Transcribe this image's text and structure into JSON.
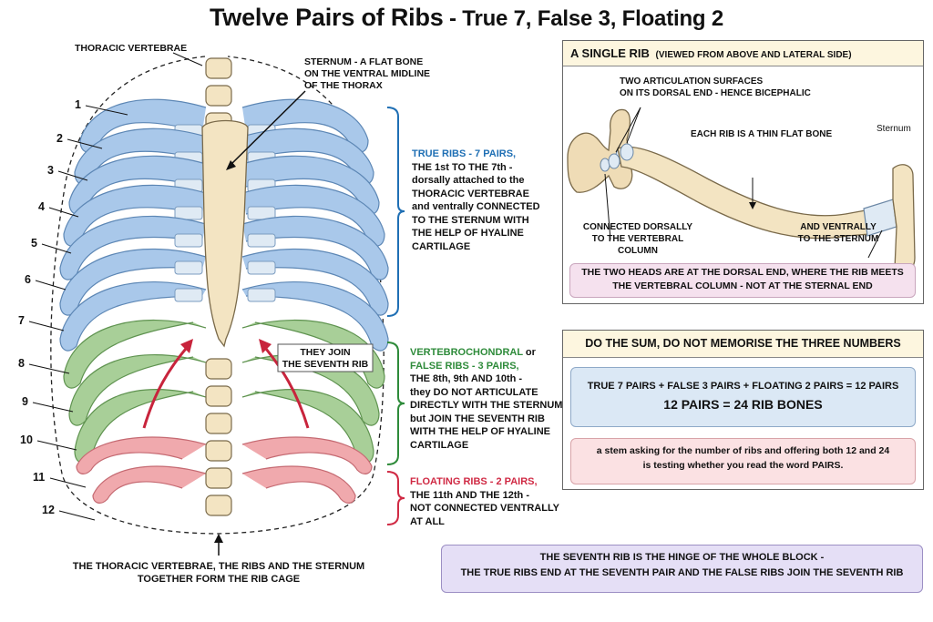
{
  "title": {
    "main": "Twelve Pairs of Ribs",
    "sub": " - True 7, False 3, Floating 2"
  },
  "rib_numbers": [
    "1",
    "2",
    "3",
    "4",
    "5",
    "6",
    "7",
    "8",
    "9",
    "10",
    "11",
    "12"
  ],
  "labels": {
    "thoracic_vertebrae": "THORACIC VERTEBRAE",
    "sternum_l1": "STERNUM - A FLAT BONE",
    "sternum_l2": "ON THE VENTRAL MIDLINE",
    "sternum_l3": "OF THE THORAX",
    "join_l1": "THEY JOIN",
    "join_l2": "THE SEVENTH RIB",
    "cage_l1": "THE THORACIC VERTEBRAE, THE RIBS AND THE STERNUM",
    "cage_l2": "TOGETHER FORM THE RIB CAGE"
  },
  "true_ribs": {
    "head": "TRUE RIBS - 7 PAIRS,",
    "lines": [
      "THE 1st TO THE 7th -",
      "dorsally attached to the",
      "THORACIC VERTEBRAE",
      "and ventrally CONNECTED",
      "TO THE STERNUM WITH",
      "THE HELP OF HYALINE",
      "CARTILAGE"
    ]
  },
  "false_ribs": {
    "head1": "VERTEBROCHONDRAL",
    "head1b": " or",
    "head2": "FALSE RIBS - 3 PAIRS,",
    "lines": [
      "THE 8th, 9th AND 10th -",
      "they DO NOT ARTICULATE",
      "DIRECTLY WITH THE STERNUM",
      "but JOIN THE SEVENTH RIB",
      "WITH THE HELP OF HYALINE",
      "CARTILAGE"
    ]
  },
  "floating_ribs": {
    "head": "FLOATING RIBS - 2 PAIRS,",
    "lines": [
      "THE 11th AND THE 12th -",
      "NOT CONNECTED VENTRALLY",
      "AT ALL"
    ]
  },
  "single_rib": {
    "title": "A SINGLE RIB",
    "title_note": "(VIEWED FROM ABOVE AND LATERAL SIDE)",
    "artic_l1": "TWO ARTICULATION SURFACES",
    "artic_l2": "ON ITS DORSAL END - HENCE BICEPHALIC",
    "flat": "EACH RIB IS A THIN FLAT BONE",
    "sternum": "Sternum",
    "dorsal_l1": "CONNECTED DORSALLY",
    "dorsal_l2": "TO THE VERTEBRAL COLUMN",
    "ventral_l1": "AND VENTRALLY",
    "ventral_l2": "TO THE STERNUM",
    "note_l1": "THE TWO HEADS ARE AT THE DORSAL END, WHERE THE RIB MEETS",
    "note_l2": "THE VERTEBRAL COLUMN - NOT AT THE STERNAL END"
  },
  "sum_panel": {
    "title": "DO THE SUM, DO NOT MEMORISE THE THREE NUMBERS",
    "eq1": "TRUE 7 PAIRS + FALSE 3 PAIRS + FLOATING 2 PAIRS = 12 PAIRS",
    "eq2": "12 PAIRS = 24 RIB BONES",
    "tip_l1": "a stem asking for the number of ribs and offering both 12 and 24",
    "tip_l2": "is testing whether you read the word PAIRS."
  },
  "hinge": {
    "l1": "THE SEVENTH RIB IS THE HINGE OF THE WHOLE BLOCK -",
    "l2": "THE TRUE RIBS END AT THE SEVENTH PAIR AND THE FALSE RIBS JOIN THE SEVENTH RIB"
  },
  "colors": {
    "true": "#1f6fb4",
    "false": "#2e8b3a",
    "floating": "#d02a44",
    "rib_blue": "#a9c8ea",
    "rib_green": "#a8cf98",
    "rib_red": "#f0a9ad",
    "bone": "#f3e4c2",
    "cartilage": "#dfeaf4",
    "hinge_bg": "#e5dff6",
    "note_bg": "#f5e1ee"
  }
}
